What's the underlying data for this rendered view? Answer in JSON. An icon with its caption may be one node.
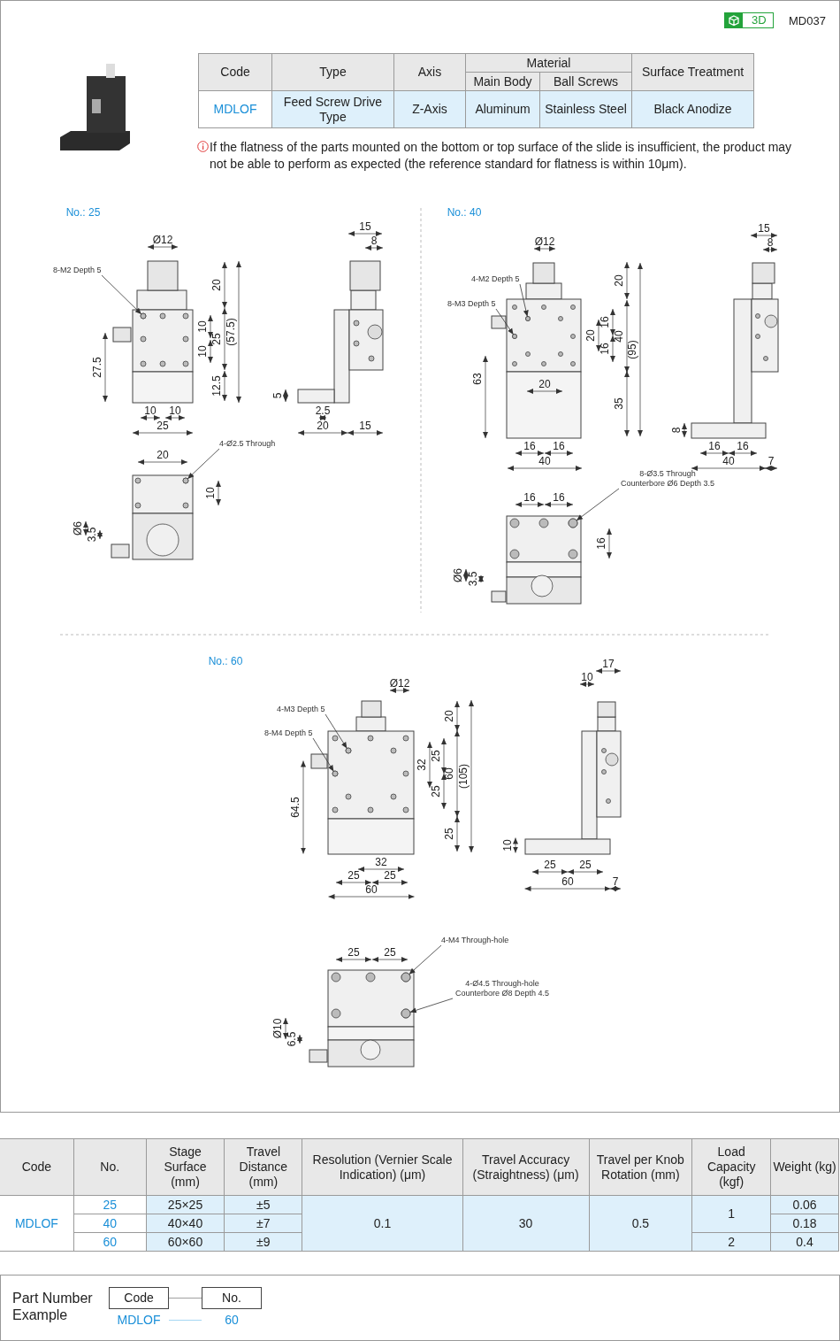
{
  "diagram": {
    "nodes": [
      {
        "text": [
          "8-M2 Depth 5"
        ]
      },
      {
        "text": [
          "4-Ø2.5 Through"
        ]
      },
      {
        "text": [
          "4-M2 Depth 5"
        ]
      },
      {
        "text": [
          "8-M3 Depth 5"
        ]
      },
      {
        "text": [
          "8-Ø3.5 Through Counterbore Ø6 Depth 3.5"
        ]
      },
      {
        "text": [
          "4-M3 Depth 5"
        ]
      },
      {
        "text": [
          "8-M4 Depth 5"
        ]
      },
      {
        "text": [
          "4-M4 Through-hole"
        ]
      },
      {
        "text": [
          "4-Ø4.5 Through-hole Counterbore Ø8 Depth 4.5"
        ]
      },
      {
        "text": [
          "Code"
        ]
      },
      {
        "text": [
          "No."
        ]
      },
      {
        "text": [
          "MDLOF"
        ]
      },
      {
        "text": [
          "60"
        ]
      },
      {
        "text": [],
        "shape": "circle"
      },
      {
        "text": [],
        "shape": "circle"
      },
      {
        "text": [],
        "shape": "circle"
      },
      {
        "text": [],
        "shape": "circle"
      },
      {
        "text": [],
        "shape": "circle"
      },
      {
        "text": [],
        "shape": "circle"
      },
      {
        "text": [],
        "shape": "circle"
      },
      {
        "text": [],
        "shape": "circle"
      },
      {
        "text": [],
        "shape": "circle"
      }
    ],
    "edges": [
      {
        "from": 0,
        "to": 13,
        "arrow": "to"
      },
      {
        "from": 1,
        "to": 14,
        "arrow": "to"
      },
      {
        "from": 2,
        "to": 15,
        "arrow": "to"
      },
      {
        "from": 3,
        "to": 16,
        "arrow": "to"
      },
      {
        "from": 4,
        "to": 17,
        "arrow": "to"
      },
      {
        "from": 5,
        "to": 18,
        "arrow": "to"
      },
      {
        "from": 6,
        "to": 19,
        "arrow": "to"
      },
      {
        "from": 7,
        "to": 20,
        "arrow": "to"
      },
      {
        "from": 8,
        "to": 21,
        "arrow": "to"
      },
      {
        "from": 9,
        "to": 10,
        "arrow": "none"
      },
      {
        "from": 11,
        "to": 12,
        "arrow": "none",
        "color": "#8ecbf0"
      }
    ],
    "labels": [
      "3D",
      "MD037",
      "Code",
      "Type",
      "Axis",
      "Material",
      "Surface Treatment",
      "Main Body",
      "Ball Screws",
      "MDLOF",
      "Feed Screw Drive Type",
      "Z-Axis",
      "Aluminum",
      "Stainless Steel",
      "Black Anodize",
      "If the flatness of the parts mounted on the bottom or top surface of the slide is insufficient, the product may not be able to perform as expected (the reference standard for flatness is within 10μm).",
      "No.: 25",
      "Ø12",
      "20",
      "10",
      "25",
      "(57.5)",
      "10",
      "27.5",
      "12.5",
      "10",
      "10",
      "25",
      "15",
      "8",
      "5",
      "2.5",
      "20",
      "15",
      "20",
      "10",
      "Ø6",
      "3.5",
      "No.: 40",
      "Ø12",
      "20",
      "16",
      "20",
      "40",
      "(95)",
      "16",
      "63",
      "20",
      "35",
      "16",
      "16",
      "40",
      "15",
      "8",
      "8",
      "16",
      "16",
      "40",
      "7",
      "16",
      "16",
      "16",
      "Ø6",
      "3.5",
      "No.: 60",
      "Ø12",
      "20",
      "25",
      "32",
      "60",
      "(105)",
      "25",
      "64.5",
      "25",
      "32",
      "25",
      "25",
      "60",
      "17",
      "10",
      "10",
      "25",
      "25",
      "60",
      "7",
      "25",
      "25",
      "Ø10",
      "6.5",
      "Code",
      "No.",
      "Stage Surface (mm)",
      "Travel Distance (mm)",
      "Resolution (Vernier Scale Indication) (μm)",
      "Travel Accuracy (Straightness) (μm)",
      "Travel per Knob Rotation (mm)",
      "Load Capacity (kgf)",
      "Weight (kg)",
      "MDLOF",
      "25",
      "25×25",
      "±5",
      "0.1",
      "30",
      "0.5",
      "1",
      "0.06",
      "40",
      "40×40",
      "±7",
      "0.18",
      "60",
      "60×60",
      "±9",
      "2",
      "0.4",
      "Part Number Example"
    ]
  }
}
